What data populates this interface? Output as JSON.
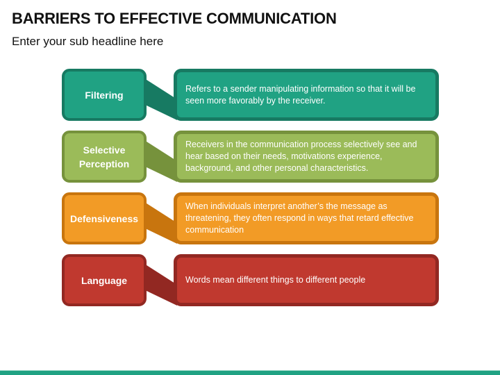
{
  "header": {
    "title": "BARRIERS TO EFFECTIVE COMMUNICATION",
    "subtitle": "Enter your sub headline here"
  },
  "barriers": [
    {
      "label": "Filtering",
      "description": "Refers to a sender manipulating information so that it will be seen more favorably by the receiver.",
      "fill": "#20a283",
      "border": "#177a62"
    },
    {
      "label": "Selective Perception",
      "description": "Receivers in the communication process selectively see and hear based on their needs, motivations experience, background, and other personal characteristics.",
      "fill": "#9bbb59",
      "border": "#76923c"
    },
    {
      "label": "Defensiveness",
      "description": "When individuals interpret another’s the message as threatening, they often respond in ways that retard effective communication",
      "fill": "#f29b26",
      "border": "#c8750e"
    },
    {
      "label": "Language",
      "description": "Words mean different things to different people",
      "fill": "#c0392f",
      "border": "#922822"
    }
  ],
  "footer": {
    "bar_color": "#20a283"
  }
}
